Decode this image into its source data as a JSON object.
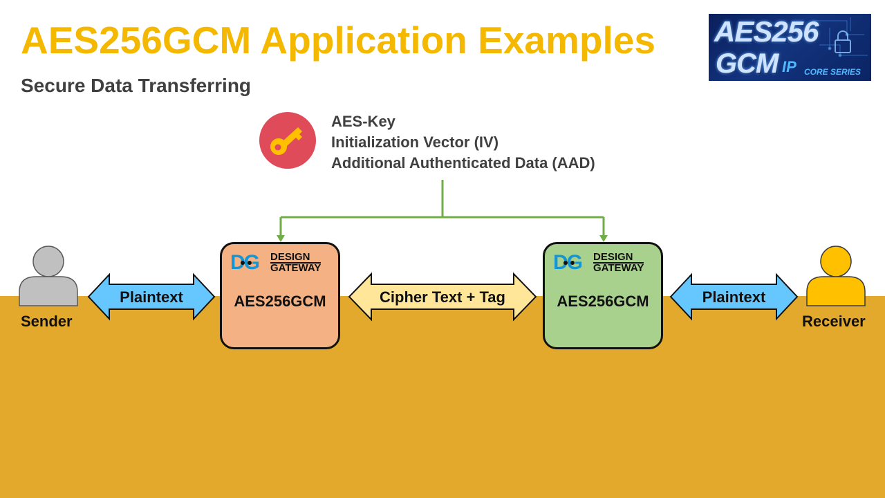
{
  "header": {
    "title": "AES256GCM Application Examples",
    "subtitle": "Secure Data Transferring"
  },
  "logo": {
    "line1": "AES256",
    "line2": "GCM",
    "line3": "IP",
    "line4": "CORE SERIES"
  },
  "key_inputs": {
    "icon": "key-icon",
    "items": [
      "AES-Key",
      "Initialization Vector (IV)",
      "Additional Authenticated Data (AAD)"
    ]
  },
  "sender": {
    "label": "Sender",
    "icon": "person-icon",
    "color": "#c0c0c0"
  },
  "receiver": {
    "label": "Receiver",
    "icon": "person-icon",
    "color": "#ffc000"
  },
  "blocks": {
    "left": {
      "label": "AES256GCM",
      "brand_line1": "DESIGN",
      "brand_line2": "GATEWAY",
      "brand_letters": "DG",
      "color": "#f4b183"
    },
    "right": {
      "label": "AES256GCM",
      "brand_line1": "DESIGN",
      "brand_line2": "GATEWAY",
      "brand_letters": "DG",
      "color": "#a9d18e"
    }
  },
  "links": {
    "left_plaintext": "Plaintext",
    "cipher": "Cipher Text + Tag",
    "right_plaintext": "Plaintext"
  },
  "colors": {
    "title": "#f5b800",
    "band": "#e3a92d",
    "plaintext_arrow": "#66c7ff",
    "cipher_arrow": "#ffe699",
    "connector": "#70ad47",
    "key_circle": "#e04b5a",
    "key": "#ffc000"
  }
}
